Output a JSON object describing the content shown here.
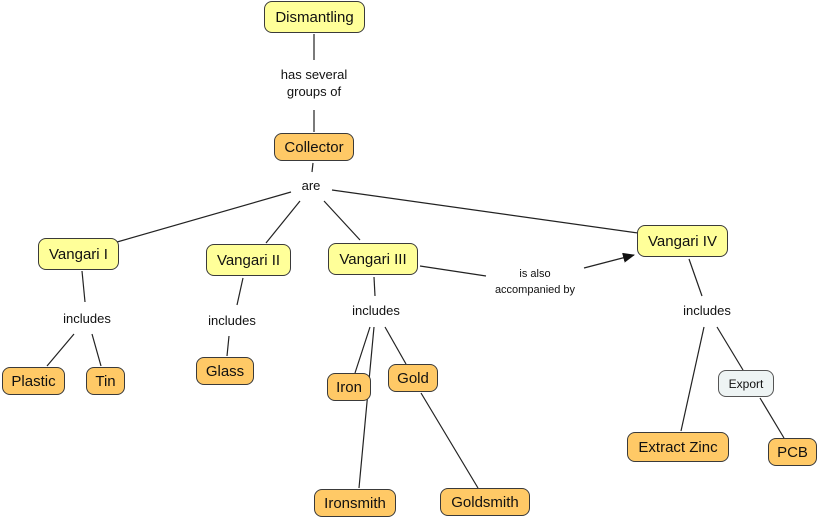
{
  "diagram": {
    "type": "concept-map",
    "colors": {
      "yellow_concept": "#ffff99",
      "orange_concept": "#ffc966",
      "pale_concept": "#eef4f4",
      "line": "#222222"
    },
    "nodes": {
      "dismantling": {
        "label": "Dismantling"
      },
      "collector": {
        "label": "Collector"
      },
      "vangari1": {
        "label": "Vangari I"
      },
      "vangari2": {
        "label": "Vangari II"
      },
      "vangari3": {
        "label": "Vangari III"
      },
      "vangari4": {
        "label": "Vangari IV"
      },
      "plastic": {
        "label": "Plastic"
      },
      "tin": {
        "label": "Tin"
      },
      "glass": {
        "label": "Glass"
      },
      "iron": {
        "label": "Iron"
      },
      "gold": {
        "label": "Gold"
      },
      "ironsmith": {
        "label": "Ironsmith"
      },
      "goldsmith": {
        "label": "Goldsmith"
      },
      "export": {
        "label": "Export"
      },
      "extract_zinc": {
        "label": "Extract Zinc"
      },
      "pcb": {
        "label": "PCB"
      }
    },
    "links": {
      "has_several": {
        "label_line1": "has several",
        "label_line2": "groups of"
      },
      "are": {
        "label": "are"
      },
      "includes1": {
        "label": "includes"
      },
      "includes2": {
        "label": "includes"
      },
      "includes3": {
        "label": "includes"
      },
      "includes4": {
        "label": "includes"
      },
      "accompanied": {
        "label_line1": "is also",
        "label_line2": "accompanied by"
      }
    },
    "relations": [
      [
        "dismantling",
        "has_several",
        "collector"
      ],
      [
        "collector",
        "are",
        "vangari1"
      ],
      [
        "collector",
        "are",
        "vangari2"
      ],
      [
        "collector",
        "are",
        "vangari3"
      ],
      [
        "collector",
        "are",
        "vangari4"
      ],
      [
        "vangari1",
        "includes",
        "plastic"
      ],
      [
        "vangari1",
        "includes",
        "tin"
      ],
      [
        "vangari2",
        "includes",
        "glass"
      ],
      [
        "vangari3",
        "includes",
        "iron"
      ],
      [
        "vangari3",
        "includes",
        "gold"
      ],
      [
        "vangari3",
        "includes",
        "ironsmith"
      ],
      [
        "gold",
        "",
        "goldsmith"
      ],
      [
        "vangari3",
        "is also accompanied by",
        "vangari4"
      ],
      [
        "vangari4",
        "includes",
        "extract_zinc"
      ],
      [
        "vangari4",
        "includes",
        "export"
      ],
      [
        "export",
        "",
        "pcb"
      ]
    ]
  }
}
